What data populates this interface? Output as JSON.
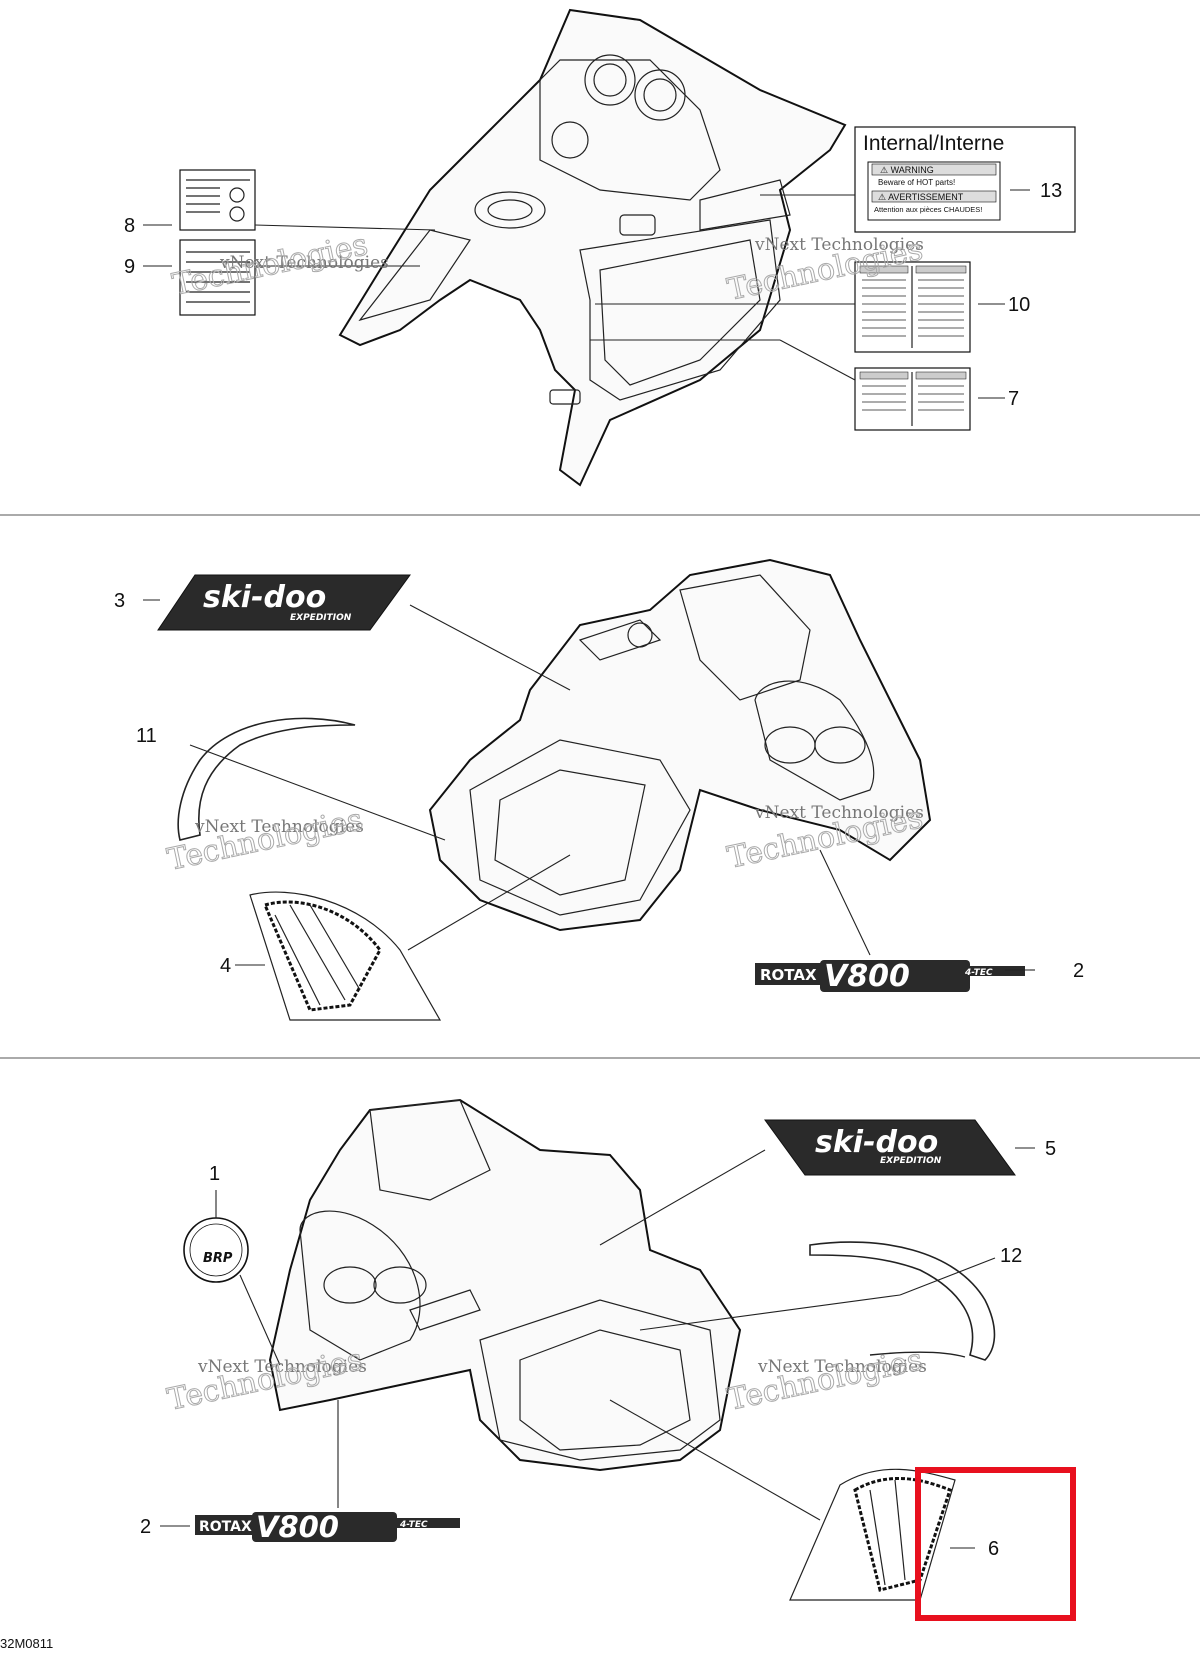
{
  "labels": {
    "internal_title": "Internal/Interne",
    "warning_1": "⚠ WARNING",
    "warning_1_sub": "Beware of HOT parts!",
    "warning_2": "⚠ AVERTISSEMENT",
    "warning_2_sub": "Attention aux pièces CHAUDES!",
    "brand_skidoo": "ski-doo",
    "brand_expedition": "EXPEDITION",
    "rotax": "ROTAX",
    "v800": "V800",
    "four_tec": "4-TEC",
    "brp": "BRP",
    "drawing_code": "32M0811"
  },
  "callouts": {
    "c1": "1",
    "c2a": "2",
    "c2b": "2",
    "c3": "3",
    "c4": "4",
    "c5": "5",
    "c6": "6",
    "c7": "7",
    "c8": "8",
    "c9": "9",
    "c10": "10",
    "c11": "11",
    "c12": "12",
    "c13": "13"
  },
  "watermark": {
    "line1": "vNext Technologies",
    "line2": "vNext",
    "line3": "Technologies"
  },
  "colors": {
    "highlight": "#e8101e",
    "decal_dark": "#2a2a2a"
  }
}
